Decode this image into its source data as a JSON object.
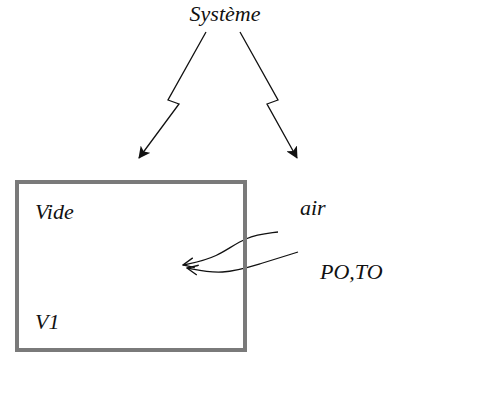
{
  "diagram": {
    "title": "Système",
    "nodes": [
      {
        "text": [
          "Vide",
          "V1"
        ]
      },
      {
        "text": [
          "air",
          "PO,TO"
        ]
      }
    ],
    "edges": [
      {
        "from": 1,
        "to": 0,
        "arrow": "to"
      }
    ]
  }
}
